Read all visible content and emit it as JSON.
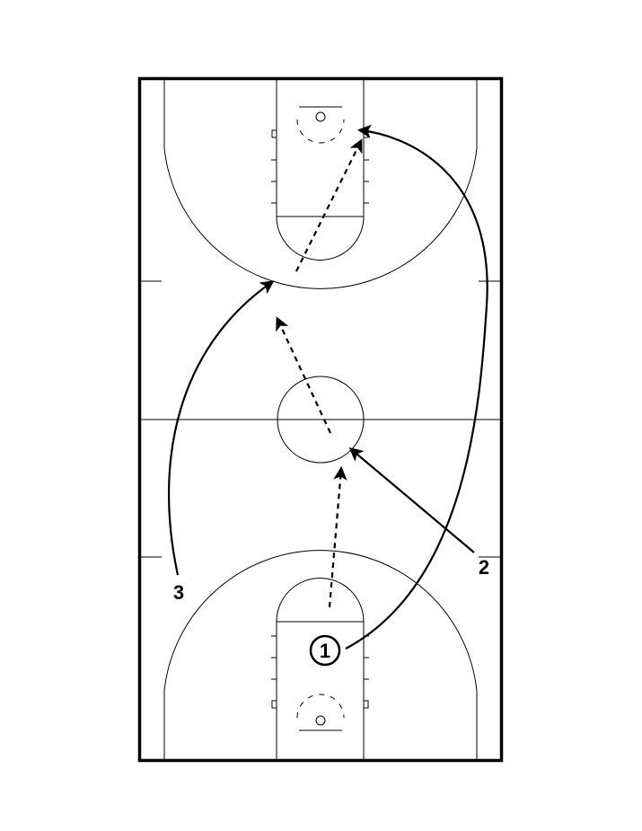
{
  "players": [
    {
      "id": "p1",
      "label": "1",
      "with_ball": true
    },
    {
      "id": "p2",
      "label": "2",
      "with_ball": false
    },
    {
      "id": "p3",
      "label": "3",
      "with_ball": false
    }
  ],
  "colors": {
    "ink": "#000000",
    "background": "#ffffff"
  }
}
